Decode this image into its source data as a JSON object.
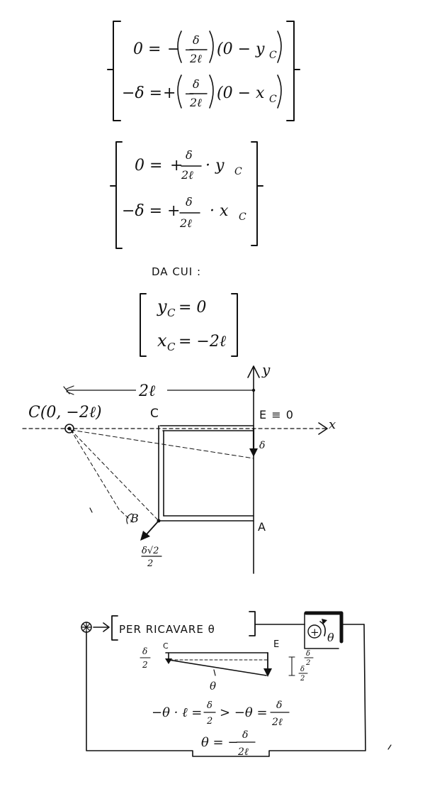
{
  "system1": {
    "eq1_lhs": "0 =",
    "eq1_sign": "−",
    "eq1_inner_sign": "−",
    "eq1_frac_num": "δ",
    "eq1_frac_den": "2ℓ",
    "eq1_factor": "(0 − y",
    "eq1_sub": "C",
    "eq2_lhs": "−δ =",
    "eq2_sign": "+",
    "eq2_inner_sign": "−",
    "eq2_frac_num": "δ",
    "eq2_frac_den": "2ℓ",
    "eq2_factor": "(0 − x",
    "eq2_sub": "C"
  },
  "system2": {
    "eq1_lhs": "0 =",
    "eq1_sign": "+",
    "eq1_frac_num": "δ",
    "eq1_frac_den": "2ℓ",
    "eq1_var": "· y",
    "eq1_sub": "C",
    "eq2_lhs": "−δ =",
    "eq2_sign": "+",
    "eq2_frac_num": "δ",
    "eq2_frac_den": "2ℓ",
    "eq2_var": "· x",
    "eq2_sub": "C"
  },
  "da_cui": "DA CUI :",
  "result": {
    "yc": "y",
    "yc_sub": "C",
    "yc_val": "= 0",
    "xc": "x",
    "xc_sub": "C",
    "xc_val": "= −2ℓ"
  },
  "diagram": {
    "axis_y": "y",
    "axis_x": "x",
    "dim_label": "2ℓ",
    "center_label": "C(0, −2ℓ)",
    "point_c": "C",
    "point_e": "E ≡ 0",
    "point_a": "A",
    "point_b": "B",
    "delta_label": "δ",
    "b_disp_num": "δ√2",
    "b_disp_den": "2"
  },
  "theta_box": {
    "title": "PER RICAVARE θ",
    "plus": "+",
    "theta": "θ",
    "label_c": "C",
    "label_e": "E",
    "left_num": "δ",
    "left_den": "2",
    "right_num": "δ",
    "right_den": "2",
    "right2_num": "δ",
    "right2_den": "2",
    "beam_theta": "θ",
    "eq1_a": "−θ · ℓ =",
    "eq1_num": "δ",
    "eq1_den": "2",
    "eq1_b": "> −θ =",
    "eq1_num2": "δ",
    "eq1_den2": "2ℓ",
    "eq2_a": "θ = −",
    "eq2_num": "δ",
    "eq2_den": "2ℓ"
  }
}
